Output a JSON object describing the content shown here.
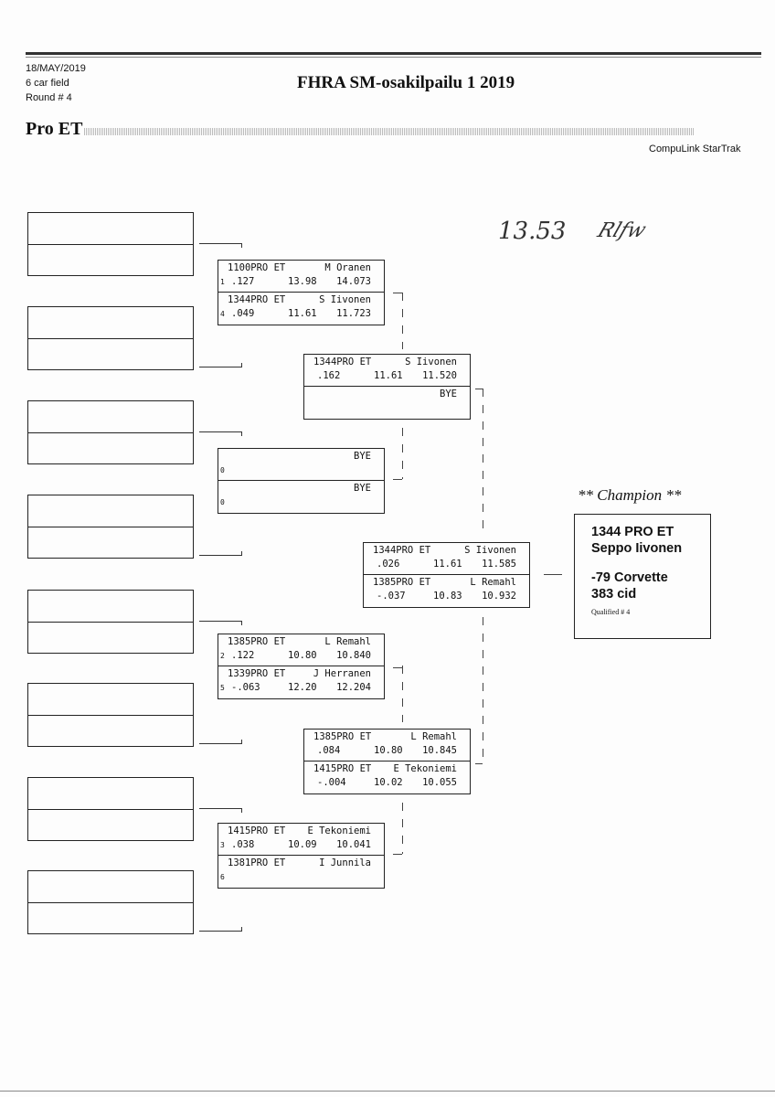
{
  "header": {
    "date": "18/MAY/2019",
    "field": "6 car field",
    "round": "Round # 4",
    "event_title": "FHRA SM-osakilpailu 1 2019",
    "class_title": "Pro ET",
    "software": "CompuLink StarTrak"
  },
  "handwritten": {
    "time": "13.53",
    "signature": "Rlfw"
  },
  "matches": [
    {
      "rows": [
        {
          "car": "1100PRO ET",
          "name": "M Oranen",
          "lane": "1",
          "rt": ".127",
          "dial": "13.98",
          "et": "14.073"
        },
        {
          "car": "1344PRO ET",
          "name": "S Iivonen",
          "lane": "4",
          "rt": ".049",
          "dial": "11.61",
          "et": "11.723"
        }
      ]
    },
    {
      "rows": [
        {
          "car": "",
          "name": "BYE",
          "lane": "0",
          "rt": "",
          "dial": "",
          "et": ""
        },
        {
          "car": "",
          "name": "BYE",
          "lane": "0",
          "rt": "",
          "dial": "",
          "et": ""
        }
      ]
    },
    {
      "rows": [
        {
          "car": "1385PRO ET",
          "name": "L Remahl",
          "lane": "2",
          "rt": ".122",
          "dial": "10.80",
          "et": "10.840"
        },
        {
          "car": "1339PRO ET",
          "name": "J Herranen",
          "lane": "5",
          "rt": "-.063",
          "dial": "12.20",
          "et": "12.204"
        }
      ]
    },
    {
      "rows": [
        {
          "car": "1415PRO ET",
          "name": "E Tekoniemi",
          "lane": "3",
          "rt": ".038",
          "dial": "10.09",
          "et": "10.041"
        },
        {
          "car": "1381PRO ET",
          "name": "I Junnila",
          "lane": "6",
          "rt": "",
          "dial": "",
          "et": ""
        }
      ]
    },
    {
      "rows": [
        {
          "car": "1344PRO ET",
          "name": "S Iivonen",
          "lane": "",
          "rt": ".162",
          "dial": "11.61",
          "et": "11.520"
        },
        {
          "car": "",
          "name": "BYE",
          "lane": "",
          "rt": "",
          "dial": "",
          "et": ""
        }
      ]
    },
    {
      "rows": [
        {
          "car": "1385PRO ET",
          "name": "L Remahl",
          "lane": "",
          "rt": ".084",
          "dial": "10.80",
          "et": "10.845"
        },
        {
          "car": "1415PRO ET",
          "name": "E Tekoniemi",
          "lane": "",
          "rt": "-.004",
          "dial": "10.02",
          "et": "10.055"
        }
      ]
    },
    {
      "rows": [
        {
          "car": "1344PRO ET",
          "name": "S Iivonen",
          "lane": "",
          "rt": ".026",
          "dial": "11.61",
          "et": "11.585"
        },
        {
          "car": "1385PRO ET",
          "name": "L Remahl",
          "lane": "",
          "rt": "-.037",
          "dial": "10.83",
          "et": "10.932"
        }
      ]
    }
  ],
  "champion": {
    "heading": "** Champion **",
    "car": "1344 PRO ET",
    "driver": "Seppo Iivonen",
    "vehicle": "-79 Corvette",
    "engine": "383 cid",
    "qualified": "Qualified # 4"
  }
}
